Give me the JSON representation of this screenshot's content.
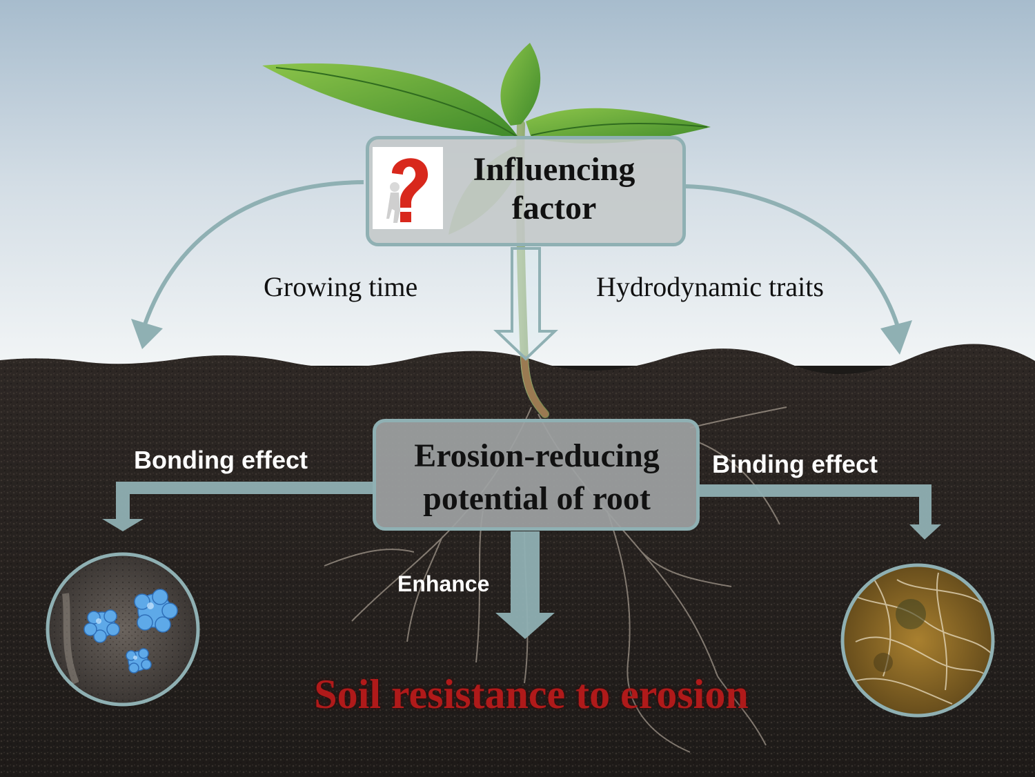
{
  "top_box": {
    "line1": "Influencing",
    "line2": "factor",
    "icon": "question-mark-figure-icon"
  },
  "labels": {
    "left_factor": "Growing time",
    "right_factor": "Hydrodynamic traits",
    "left_effect": "Bonding effect",
    "right_effect": "Binding effect",
    "center_effect": "Enhance"
  },
  "root_box": {
    "line1": "Erosion-reducing",
    "line2": "potential of root"
  },
  "conclusion": "Soil resistance to erosion",
  "colors": {
    "arrow": "#8fb0b3",
    "conclusion": "#b01a1a",
    "soil": "#2a2522",
    "sky_top": "#a9bed0",
    "sky_bottom": "#eef2f4"
  },
  "insets": {
    "left": "soil-aggregates-image",
    "right": "root-soil-binding-image"
  }
}
